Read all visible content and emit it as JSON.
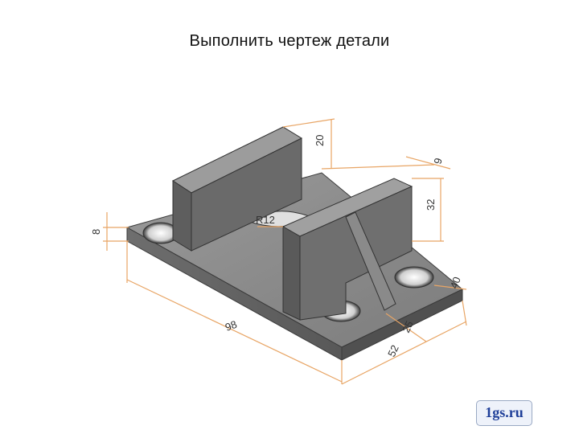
{
  "title": "Выполнить чертеж детали",
  "dimensions": {
    "d20": "20",
    "d9": "9",
    "d32": "32",
    "d8": "8",
    "r12": "R12",
    "d98": "98",
    "d25": "25",
    "d52": "52",
    "d40": "40"
  },
  "logo": "1gs.ru",
  "colors": {
    "dimension_line": "#e8a565",
    "part_light": "#8d8d8d",
    "part_dark": "#4a4a4a"
  }
}
